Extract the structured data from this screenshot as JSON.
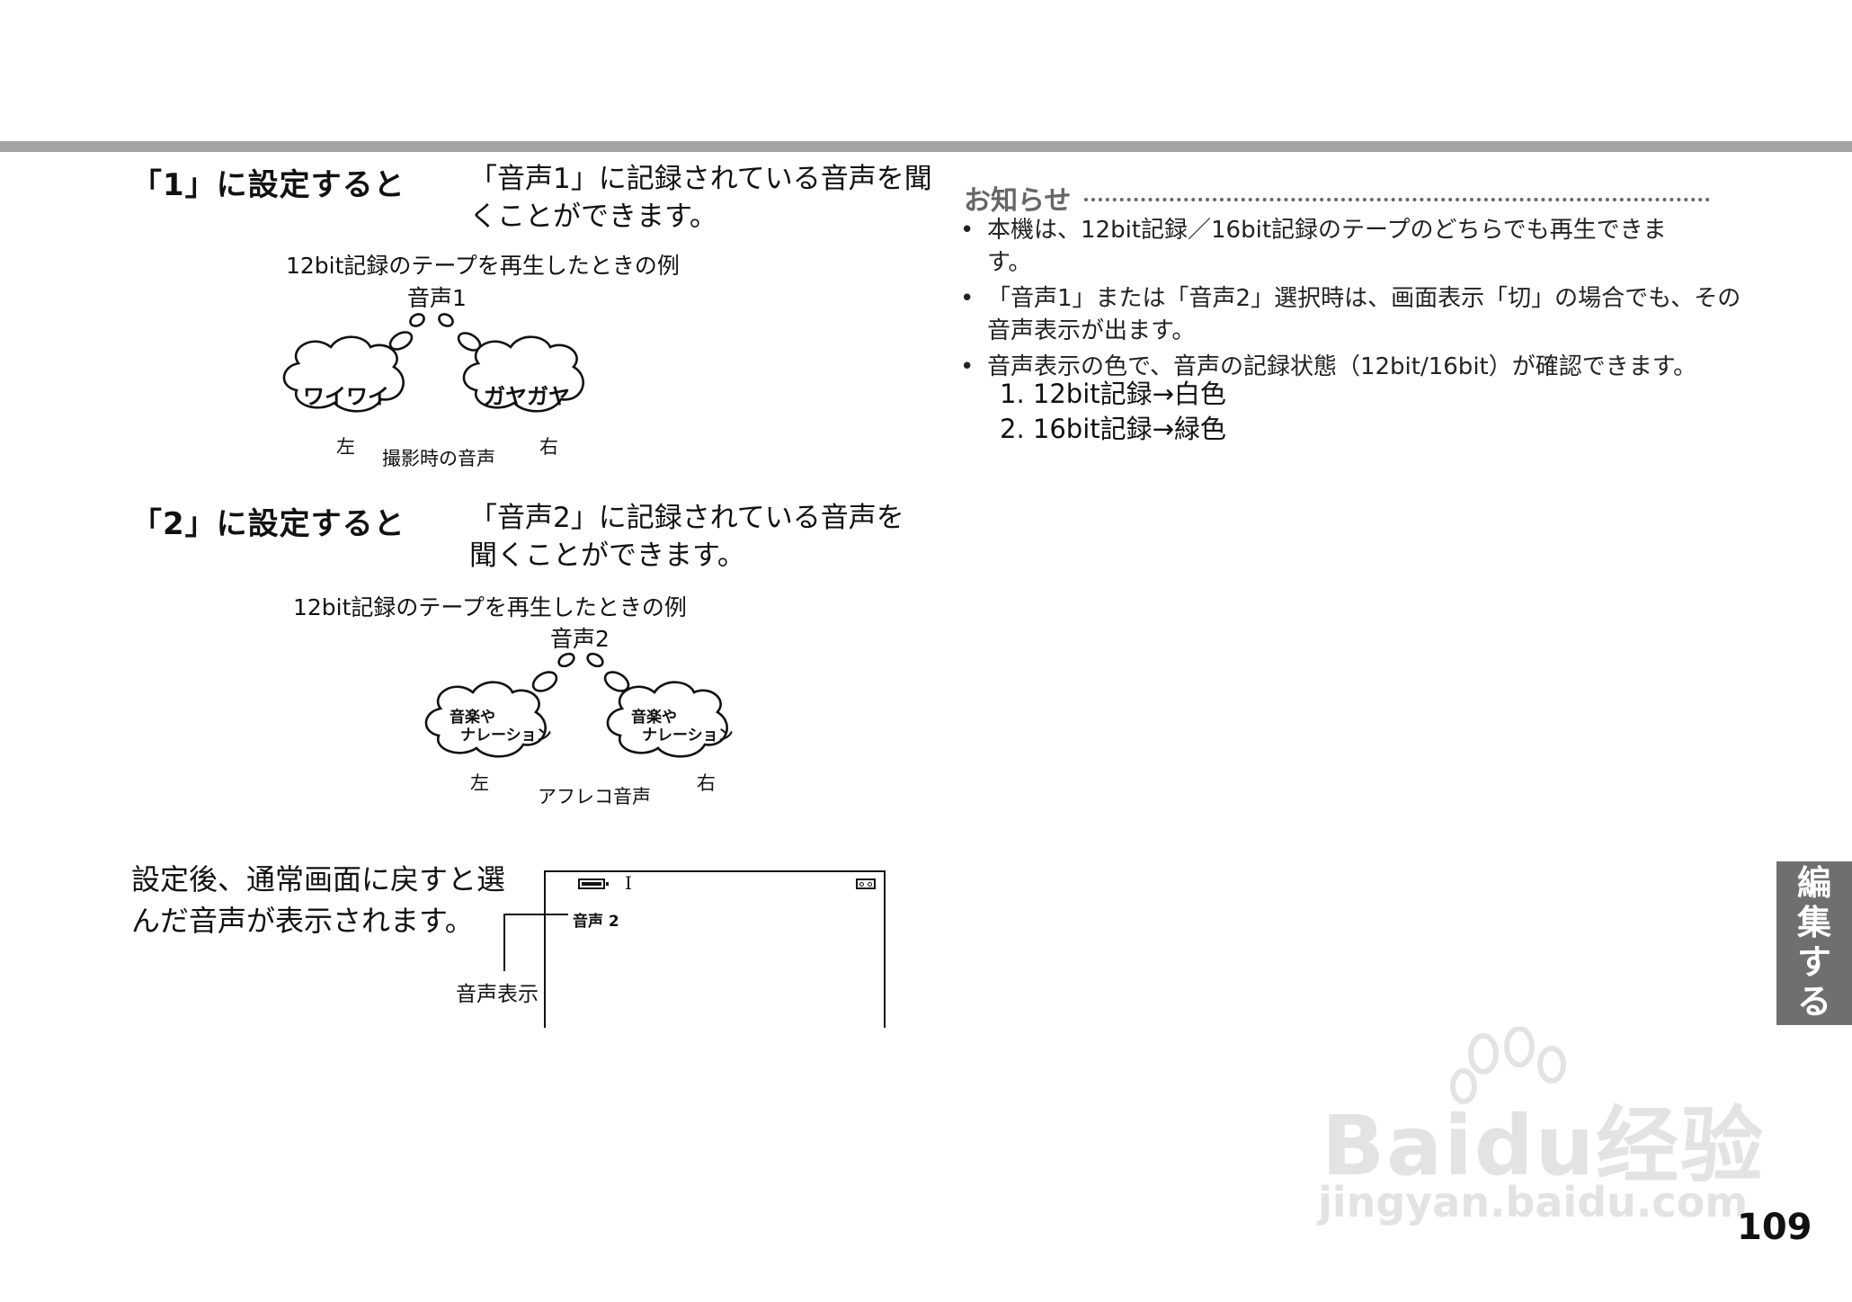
{
  "section1": {
    "heading": "「1」に設定すると",
    "description_line1": "「音声1」に記録されている音声を聞",
    "description_line2": "くことができます。",
    "example_caption": "12bit記録のテープを再生したときの例",
    "channel_label": "音声1",
    "left_bubble": "ワイワイ",
    "right_bubble": "ガヤガヤ",
    "left_label": "左",
    "right_label": "右",
    "source_label": "撮影時の音声"
  },
  "section2": {
    "heading": "「2」に設定すると",
    "description_line1": "「音声2」に記録されている音声を",
    "description_line2": "聞くことができます。",
    "example_caption": "12bit記録のテープを再生したときの例",
    "channel_label": "音声2",
    "bubble_line1": "音楽や",
    "bubble_line2": "ナレーション",
    "left_label": "左",
    "right_label": "右",
    "source_label": "アフレコ音声"
  },
  "section3": {
    "text_line1": "設定後、通常画面に戻すと選",
    "text_line2": "んだ音声が表示されます。",
    "screen_audio_text": "音声 2",
    "screen_mark": "I",
    "callout_label": "音声表示",
    "icons": [
      "battery-icon",
      "tape-icon"
    ]
  },
  "notice": {
    "title": "お知らせ",
    "items": [
      {
        "line1": "本機は、12bit記録／16bit記録のテープのどちらでも再生できま",
        "line2": "す。"
      },
      {
        "line1": "「音声1」または「音声2」選択時は、画面表示「切」の場合でも、その",
        "line2": "音声表示が出ます。"
      },
      {
        "line1": "音声表示の色で、音声の記録状態（12bit/16bit）が確認できます。",
        "line2": ""
      }
    ],
    "sub_items": [
      "1. 12bit記録→白色",
      "2. 16bit記録→緑色"
    ]
  },
  "side_tab": [
    "編",
    "集",
    "す",
    "る"
  ],
  "page_number": "109",
  "watermark": {
    "brand": "Baidu经验",
    "url": "jingyan.baidu.com"
  },
  "colors": {
    "top_bar": "#a4a4a4",
    "side_tab": "#6f6f6f",
    "notice_title": "#666666"
  }
}
